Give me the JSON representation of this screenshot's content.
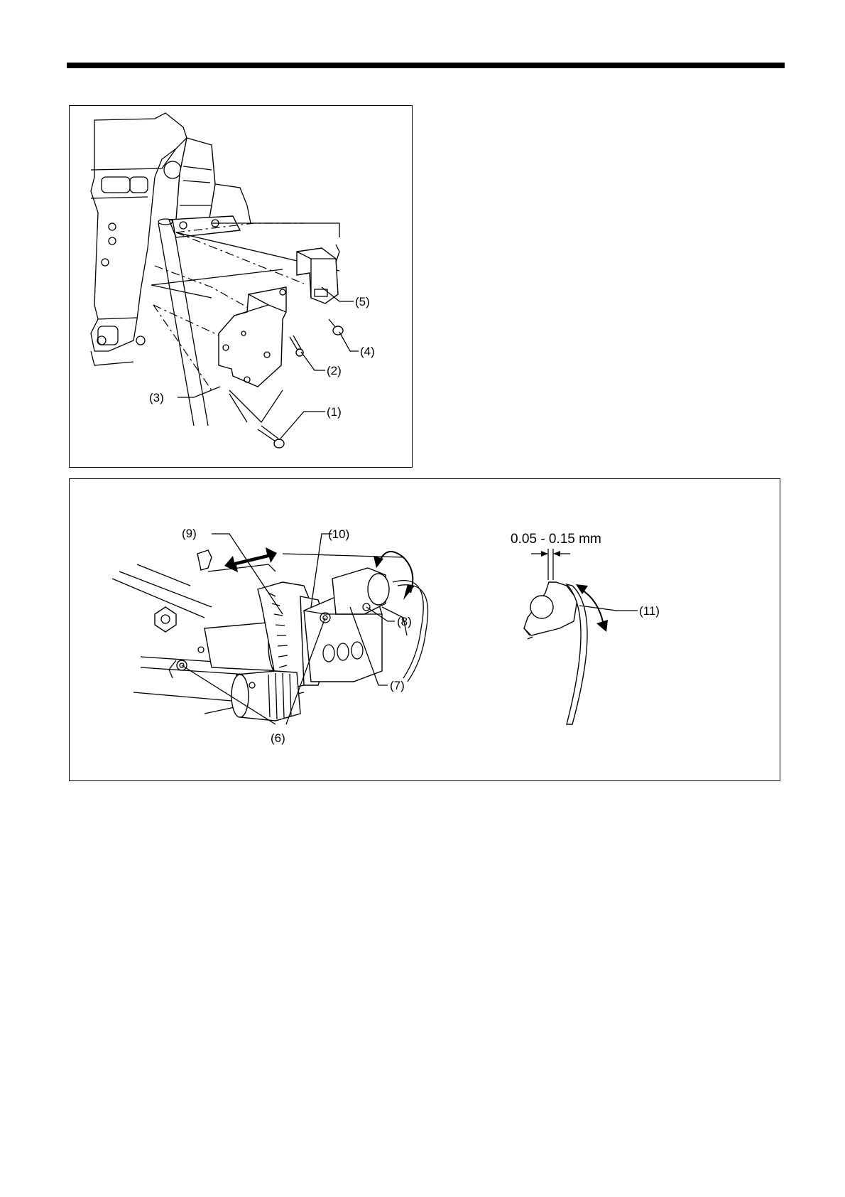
{
  "figure_top": {
    "callouts": {
      "c1": "(1)",
      "c2": "(2)",
      "c3": "(3)",
      "c4": "(4)",
      "c5": "(5)"
    }
  },
  "figure_bottom": {
    "callouts": {
      "c6": "(6)",
      "c7": "(7)",
      "c8": "(8)",
      "c9": "(9)",
      "c10": "(10)",
      "c11": "(11)"
    },
    "gap_dimension": "0.05 - 0.15 mm"
  }
}
